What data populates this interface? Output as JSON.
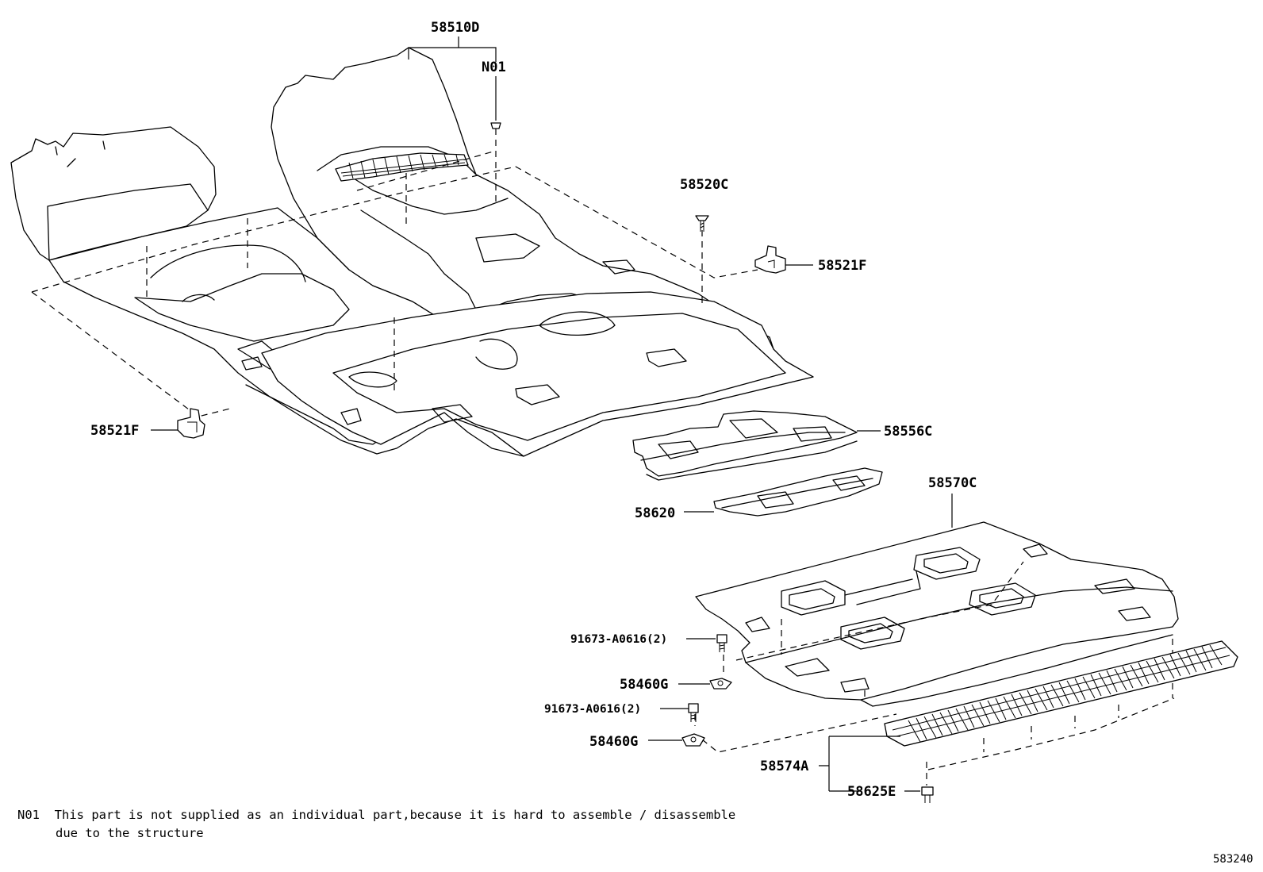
{
  "labels": {
    "p58510D": "58510D",
    "pN01": "N01",
    "p58520C": "58520C",
    "p58521F_right": "58521F",
    "p58521F_left": "58521F",
    "p58556C": "58556C",
    "p58620": "58620",
    "p58570C": "58570C",
    "p91673_upper": "91673-A0616(2)",
    "p58460G_upper": "58460G",
    "p91673_lower": "91673-A0616(2)",
    "p58460G_lower": "58460G",
    "p58574A": "58574A",
    "p58625E": "58625E"
  },
  "note": {
    "marker": "N01",
    "line1": "This part is not supplied as an individual part,because it is hard to assemble / disassemble",
    "line2": "due to the structure"
  },
  "figure_id": "583240"
}
